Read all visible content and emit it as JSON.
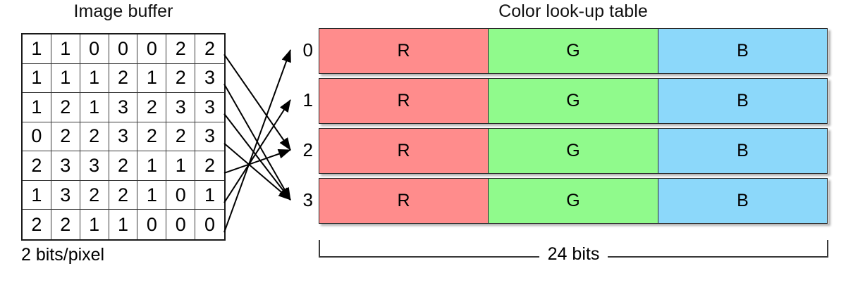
{
  "titles": {
    "image_buffer": "Image buffer",
    "color_lookup_table": "Color look-up table"
  },
  "image_buffer": {
    "rows": 7,
    "cols": 7,
    "caption": "2 bits/pixel",
    "values": [
      [
        "1",
        "1",
        "0",
        "0",
        "0",
        "2",
        "2"
      ],
      [
        "1",
        "1",
        "1",
        "2",
        "1",
        "2",
        "3"
      ],
      [
        "1",
        "2",
        "1",
        "3",
        "2",
        "3",
        "3"
      ],
      [
        "0",
        "2",
        "2",
        "3",
        "2",
        "2",
        "3"
      ],
      [
        "2",
        "3",
        "3",
        "2",
        "1",
        "1",
        "2"
      ],
      [
        "1",
        "3",
        "2",
        "2",
        "1",
        "0",
        "1"
      ],
      [
        "2",
        "2",
        "1",
        "1",
        "0",
        "0",
        "0"
      ]
    ]
  },
  "index_labels": [
    "0",
    "1",
    "2",
    "3"
  ],
  "mapping": {
    "description": "arrows from each image-buffer row's last pixel to its palette index",
    "pairs": [
      {
        "from_row": 0,
        "to_index": 2
      },
      {
        "from_row": 1,
        "to_index": 3
      },
      {
        "from_row": 2,
        "to_index": 3
      },
      {
        "from_row": 3,
        "to_index": 3
      },
      {
        "from_row": 4,
        "to_index": 2
      },
      {
        "from_row": 5,
        "to_index": 1
      },
      {
        "from_row": 6,
        "to_index": 0
      }
    ]
  },
  "clut": {
    "columns": [
      "R",
      "G",
      "B"
    ],
    "rows": [
      {
        "index": "0",
        "r": "R",
        "g": "G",
        "b": "B"
      },
      {
        "index": "1",
        "r": "R",
        "g": "G",
        "b": "B"
      },
      {
        "index": "2",
        "r": "R",
        "g": "G",
        "b": "B"
      },
      {
        "index": "3",
        "r": "R",
        "g": "G",
        "b": "B"
      }
    ],
    "width_label": "24 bits"
  },
  "colors": {
    "red": "#FF8C8C",
    "green": "#90FA8C",
    "blue": "#8CD8FA",
    "cell_border": "#2b2b2b",
    "grid_border": "#1a1a1a",
    "text": "#000000",
    "background": "#ffffff"
  }
}
